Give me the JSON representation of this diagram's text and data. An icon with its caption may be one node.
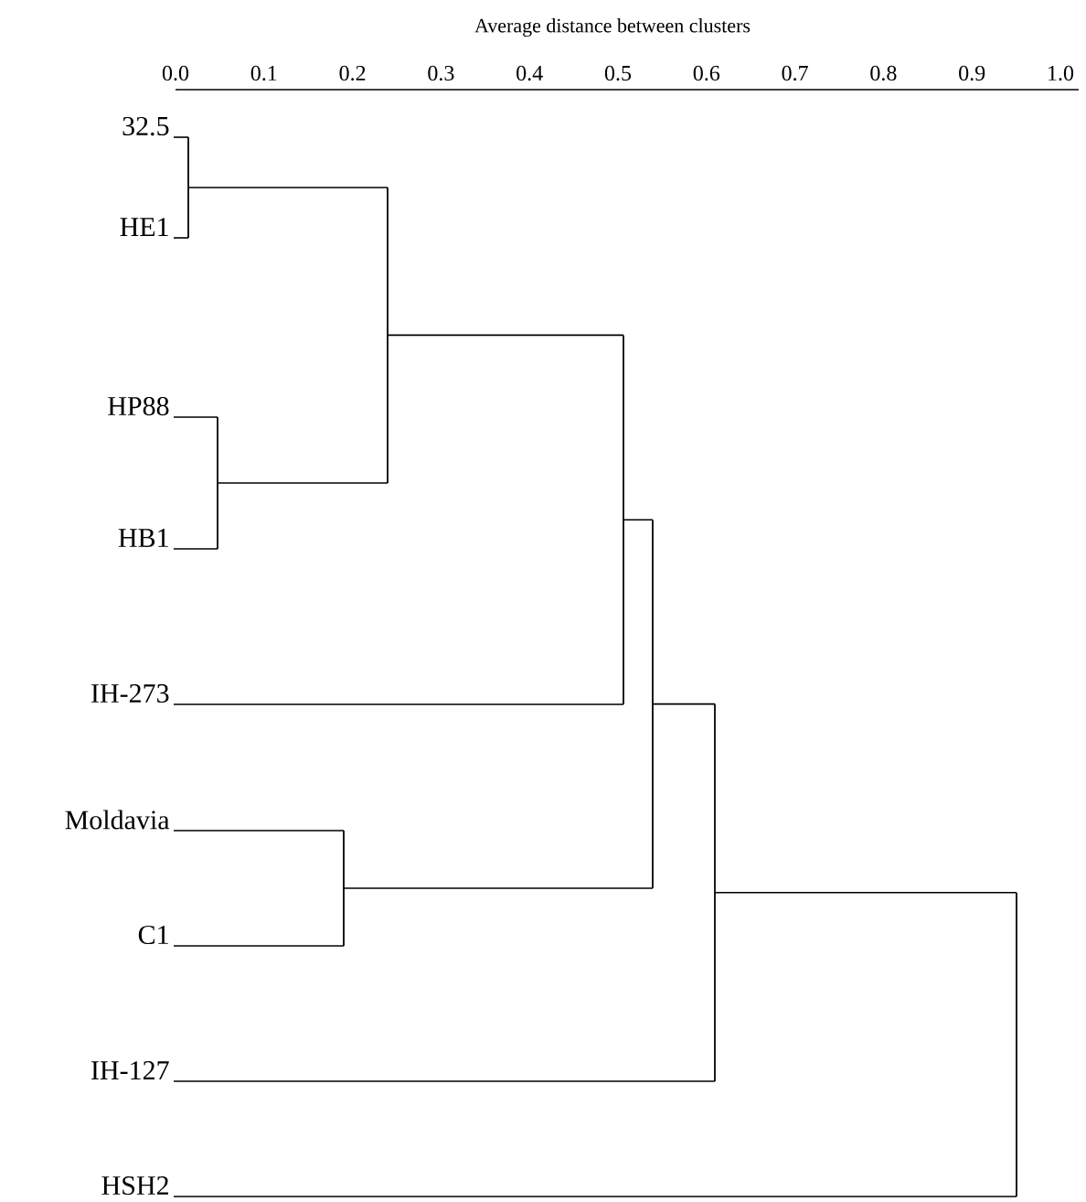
{
  "diagram": {
    "nodes": [
      {
        "text": [
          "32.5"
        ]
      },
      {
        "text": [
          "HE1"
        ]
      },
      {
        "text": [
          "HP88"
        ]
      },
      {
        "text": [
          "HB1"
        ]
      },
      {
        "text": [
          "IH-273"
        ]
      },
      {
        "text": [
          "Moldavia"
        ]
      },
      {
        "text": [
          "C1"
        ]
      },
      {
        "text": [
          "IH-127"
        ]
      },
      {
        "text": [
          "HSH2"
        ]
      },
      {
        "text": [],
        "shape": "bar"
      },
      {
        "text": [],
        "shape": "bar"
      },
      {
        "text": [],
        "shape": "bar"
      },
      {
        "text": [],
        "shape": "bar"
      },
      {
        "text": [],
        "shape": "bar"
      },
      {
        "text": [],
        "shape": "bar"
      },
      {
        "text": [],
        "shape": "bar"
      },
      {
        "text": [],
        "shape": "bar"
      }
    ],
    "edges": [
      {
        "from": 0,
        "to": 9,
        "arrow": "none"
      },
      {
        "from": 1,
        "to": 9,
        "arrow": "none"
      },
      {
        "from": 2,
        "to": 10,
        "arrow": "none"
      },
      {
        "from": 3,
        "to": 10,
        "arrow": "none"
      },
      {
        "from": 9,
        "to": 11,
        "arrow": "none"
      },
      {
        "from": 10,
        "to": 11,
        "arrow": "none"
      },
      {
        "from": 11,
        "to": 12,
        "arrow": "none"
      },
      {
        "from": 4,
        "to": 12,
        "arrow": "none"
      },
      {
        "from": 5,
        "to": 14,
        "arrow": "none"
      },
      {
        "from": 6,
        "to": 14,
        "arrow": "none"
      },
      {
        "from": 12,
        "to": 13,
        "arrow": "none"
      },
      {
        "from": 14,
        "to": 13,
        "arrow": "none"
      },
      {
        "from": 13,
        "to": 15,
        "arrow": "none"
      },
      {
        "from": 7,
        "to": 15,
        "arrow": "none"
      },
      {
        "from": 15,
        "to": 16,
        "arrow": "none"
      },
      {
        "from": 8,
        "to": 16,
        "arrow": "none"
      }
    ],
    "labels": [
      "Average distance between clusters",
      "0.0",
      "0.1",
      "0.2",
      "0.3",
      "0.4",
      "0.5",
      "0.6",
      "0.7",
      "0.8",
      "0.9",
      "1.0"
    ]
  }
}
